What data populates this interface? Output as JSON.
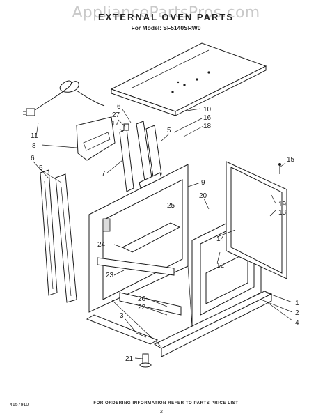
{
  "watermark": "AppliancePartsPros.com",
  "title": "EXTERNAL OVEN PARTS",
  "model_line": "For Model: SF5140SRW0",
  "footer_note": "FOR ORDERING INFORMATION REFER TO PARTS PRICE LIST",
  "page_number": "2",
  "drawing_number": "4157910",
  "callouts": [
    "11",
    "8",
    "6",
    "5",
    "6",
    "27",
    "17",
    "7",
    "10",
    "16",
    "18",
    "5",
    "9",
    "20",
    "25",
    "15",
    "19",
    "13",
    "24",
    "23",
    "14",
    "12",
    "26",
    "22",
    "3",
    "21",
    "1",
    "2",
    "4"
  ]
}
